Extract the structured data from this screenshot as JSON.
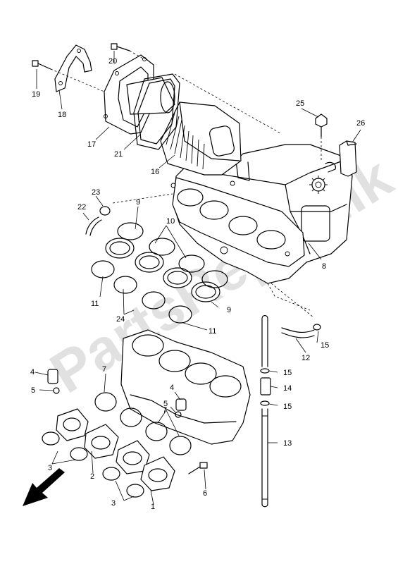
{
  "watermark": "PartsRepublik",
  "callouts": [
    {
      "id": "c1",
      "label": "1"
    },
    {
      "id": "c2",
      "label": "2"
    },
    {
      "id": "c3a",
      "label": "3"
    },
    {
      "id": "c3b",
      "label": "3"
    },
    {
      "id": "c4a",
      "label": "4"
    },
    {
      "id": "c4b",
      "label": "4"
    },
    {
      "id": "c5a",
      "label": "5"
    },
    {
      "id": "c5b",
      "label": "5"
    },
    {
      "id": "c6",
      "label": "6"
    },
    {
      "id": "c7a",
      "label": "7"
    },
    {
      "id": "c7b",
      "label": "7"
    },
    {
      "id": "c8",
      "label": "8"
    },
    {
      "id": "c9a",
      "label": "9"
    },
    {
      "id": "c9b",
      "label": "9"
    },
    {
      "id": "c10",
      "label": "10"
    },
    {
      "id": "c11a",
      "label": "11"
    },
    {
      "id": "c11b",
      "label": "11"
    },
    {
      "id": "c12",
      "label": "12"
    },
    {
      "id": "c13",
      "label": "13"
    },
    {
      "id": "c14",
      "label": "14"
    },
    {
      "id": "c15a",
      "label": "15"
    },
    {
      "id": "c15b",
      "label": "15"
    },
    {
      "id": "c15c",
      "label": "15"
    },
    {
      "id": "c16",
      "label": "16"
    },
    {
      "id": "c17",
      "label": "17"
    },
    {
      "id": "c18",
      "label": "18"
    },
    {
      "id": "c19",
      "label": "19"
    },
    {
      "id": "c20",
      "label": "20"
    },
    {
      "id": "c21",
      "label": "21"
    },
    {
      "id": "c22",
      "label": "22"
    },
    {
      "id": "c23",
      "label": "23"
    },
    {
      "id": "c24",
      "label": "24"
    },
    {
      "id": "c25",
      "label": "25"
    },
    {
      "id": "c26",
      "label": "26"
    }
  ]
}
